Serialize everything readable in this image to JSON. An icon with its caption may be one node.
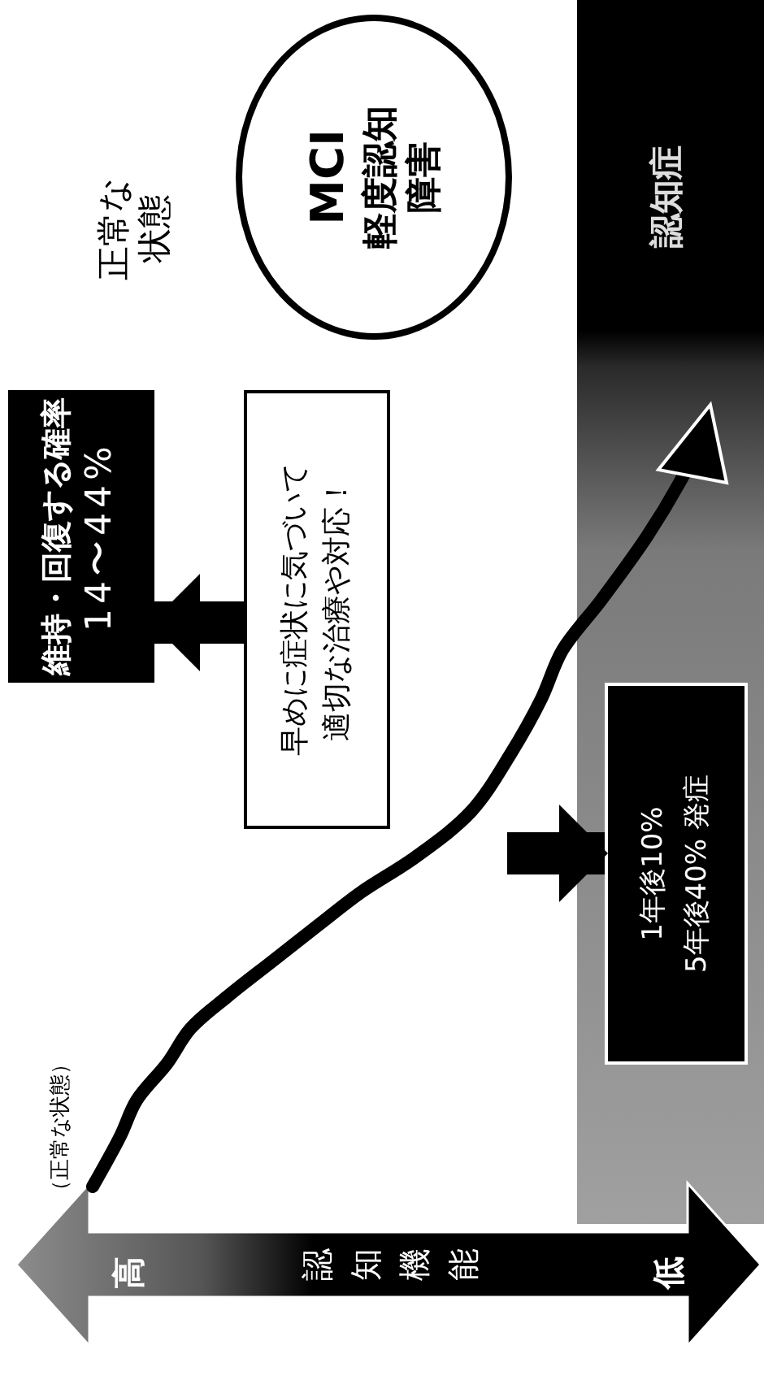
{
  "diagram": {
    "nodes": [
      {
        "text": [
          "MCI",
          "軽度認知障害"
        ]
      },
      {
        "text": [
          "維持・回復する確率",
          "14〜44%"
        ]
      },
      {
        "text": [
          "早めに症状に気づいて適切な治療や対応！"
        ]
      },
      {
        "text": [
          "認知症"
        ]
      },
      {
        "text": [
          "1年後10% 5年後40% 発症"
        ],
        "in": 3
      }
    ],
    "edges": [
      {
        "from": 2,
        "to": 1,
        "arrow": "to"
      },
      {
        "from": null,
        "to": 4,
        "arrow": "to"
      }
    ],
    "labels": [
      "正常な状態",
      "（正常な状態）",
      "高",
      "認知機能",
      "低"
    ]
  }
}
